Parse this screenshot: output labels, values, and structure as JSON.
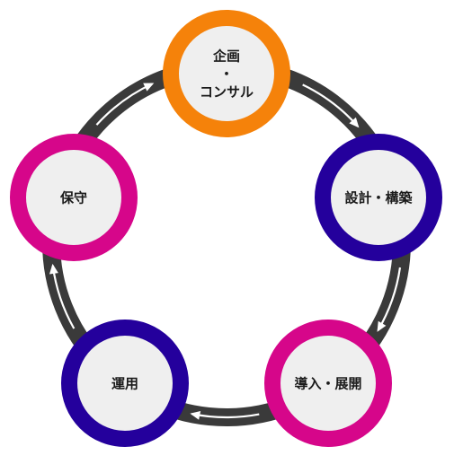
{
  "diagram": {
    "type": "cycle",
    "colors": {
      "ring": "#3a3a3a",
      "arrow": "#ffffff",
      "node_fill": "#efefef",
      "text": "#1a1a1a"
    },
    "nodes": [
      {
        "id": "plan",
        "lines": [
          "企画",
          "・",
          "コンサル"
        ],
        "border": "#f5820a"
      },
      {
        "id": "design",
        "lines": [
          "設計・構築"
        ],
        "border": "#24009c"
      },
      {
        "id": "deploy",
        "lines": [
          "導入・展開"
        ],
        "border": "#d6068a"
      },
      {
        "id": "operate",
        "lines": [
          "運用"
        ],
        "border": "#24009c"
      },
      {
        "id": "maintain",
        "lines": [
          "保守"
        ],
        "border": "#d6068a"
      }
    ]
  }
}
